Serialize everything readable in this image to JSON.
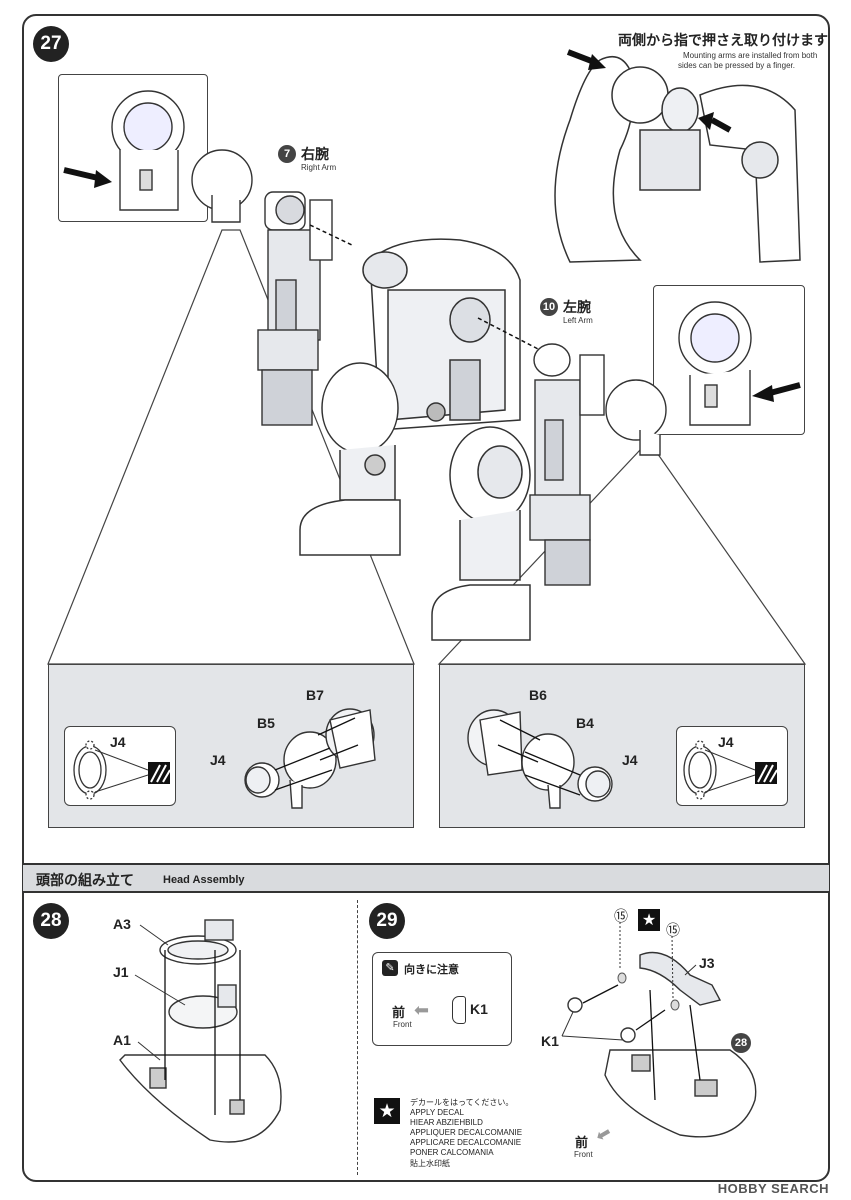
{
  "step27": {
    "number": "27",
    "note_jp": "両側から指で押さえ取り付けます",
    "note_en_1": "Mounting arms are installed from both",
    "note_en_2": "sides can be pressed by a finger.",
    "right_arm": {
      "num": "7",
      "jp": "右腕",
      "en": "Right Arm"
    },
    "left_arm": {
      "num": "10",
      "jp": "左腕",
      "en": "Left Arm"
    },
    "left_detail": {
      "b_top": "B7",
      "b_mid": "B5",
      "j_left": "J4",
      "j_inset": "J4"
    },
    "right_detail": {
      "b_top": "B6",
      "b_mid": "B4",
      "j_right": "J4",
      "j_inset": "J4"
    }
  },
  "head_section": {
    "title_jp": "頭部の組み立て",
    "title_en": "Head Assembly"
  },
  "step28": {
    "number": "28",
    "labels": [
      "A3",
      "J1",
      "A1"
    ]
  },
  "step29": {
    "number": "29",
    "caution_jp": "向きに注意",
    "front_jp": "前",
    "front_en": "Front",
    "k1": "K1",
    "j3": "J3",
    "decal_num_1": "⑮",
    "decal_num_2": "⑮",
    "ref_step": "28",
    "front2_jp": "前",
    "front2_en": "Front"
  },
  "decal_legend": [
    "デカールをはってください。",
    "APPLY DECAL",
    "HIEAR ABZIEHBILD",
    "APPLIQUER DECALCOMANIE",
    "APPLICARE DECALCOMANIE",
    "PONER CALCOMANIA",
    "貼上水印紙"
  ],
  "watermark": "HOBBY SEARCH"
}
